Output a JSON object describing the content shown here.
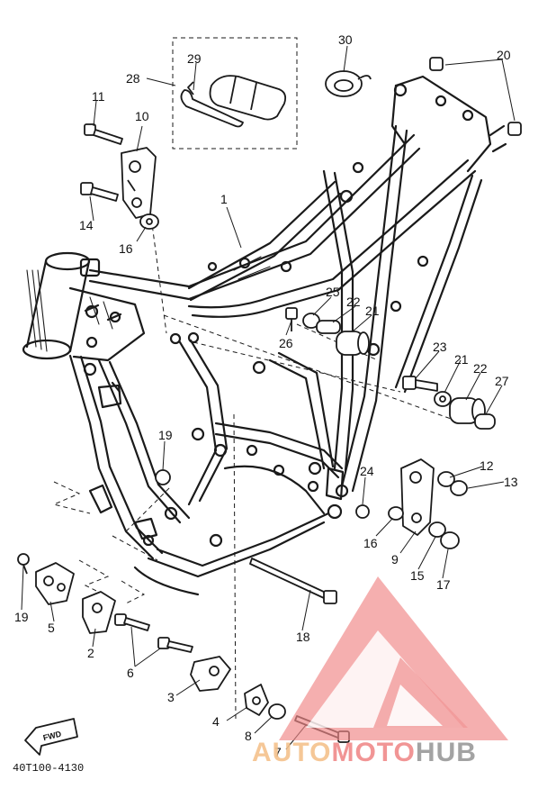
{
  "diagram": {
    "drawing_code": "40T100-4130",
    "fwd_label": "FWD",
    "callouts": {
      "c1": "1",
      "c2": "2",
      "c3": "3",
      "c4": "4",
      "c5": "5",
      "c6": "6",
      "c7": "7",
      "c8": "8",
      "c9": "9",
      "c10": "10",
      "c11": "11",
      "c12": "12",
      "c13": "13",
      "c14": "14",
      "c15": "15",
      "c16a": "16",
      "c16b": "16",
      "c17": "17",
      "c18": "18",
      "c19a": "19",
      "c19b": "19",
      "c20": "20",
      "c21a": "21",
      "c21b": "21",
      "c22a": "22",
      "c22b": "22",
      "c23": "23",
      "c24": "24",
      "c25": "25",
      "c26": "26",
      "c27": "27",
      "c28": "28",
      "c29": "29",
      "c30": "30"
    }
  },
  "watermark": {
    "text_auto": "AUTO",
    "text_moto": "MOTO",
    "text_hub": "HUB",
    "accent_color": "#f08a8a",
    "light_color": "#f5c28c",
    "dark_color": "#9a9a9a"
  }
}
